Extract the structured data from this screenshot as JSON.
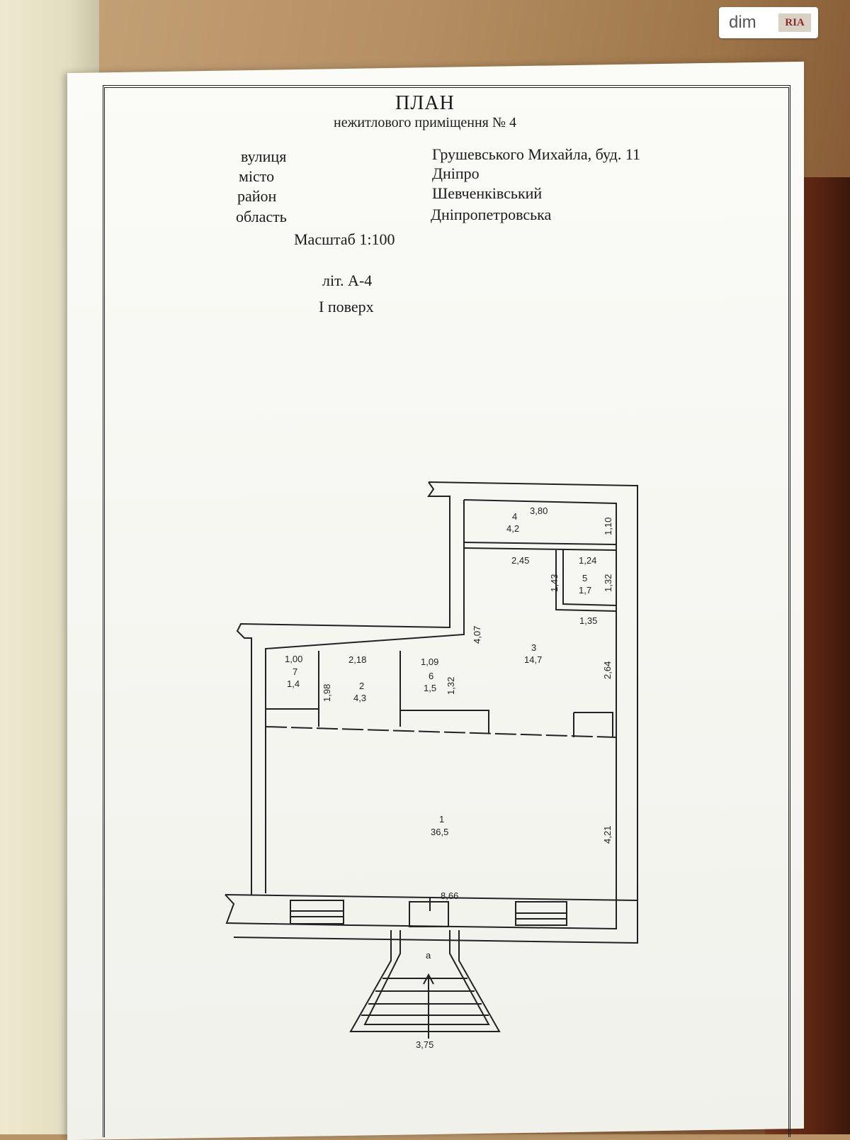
{
  "header": {
    "title": "ПЛАН",
    "subtitle": "нежитлового приміщення № 4"
  },
  "address": {
    "street_label": "вулиця",
    "street_value": "Грушевського Михайла, буд. 11",
    "city_label": "місто",
    "city_value": "Дніпро",
    "district_label": "район",
    "district_value": "Шевченківський",
    "region_label": "область",
    "region_value": "Дніпропетровська"
  },
  "scale": "Масштаб 1:100",
  "letter": "літ. А-4",
  "floor": "І поверх",
  "logo": {
    "dim": "dim",
    "ria": "RIA"
  },
  "rooms": [
    {
      "number": "1",
      "area": "36,5"
    },
    {
      "number": "2",
      "area": "4,3"
    },
    {
      "number": "3",
      "area": "14,7"
    },
    {
      "number": "4",
      "area": "4,2"
    },
    {
      "number": "5",
      "area": "1,7"
    },
    {
      "number": "6",
      "area": "1,5"
    },
    {
      "number": "7",
      "area": "1,4"
    }
  ],
  "dimensions": {
    "d_3_80": "3,80",
    "d_1_10": "1,10",
    "d_2_45": "2,45",
    "d_1_24": "1,24",
    "d_1_43": "1,43",
    "d_1_32a": "1,32",
    "d_1_35": "1,35",
    "d_4_07": "4,07",
    "d_2_64": "2,64",
    "d_1_00": "1,00",
    "d_2_18": "2,18",
    "d_1_09": "1,09",
    "d_1_98": "1,98",
    "d_1_32b": "1,32",
    "d_4_21": "4,21",
    "d_8_66": "8,66",
    "d_3_75": "3,75"
  },
  "entrance": "а"
}
